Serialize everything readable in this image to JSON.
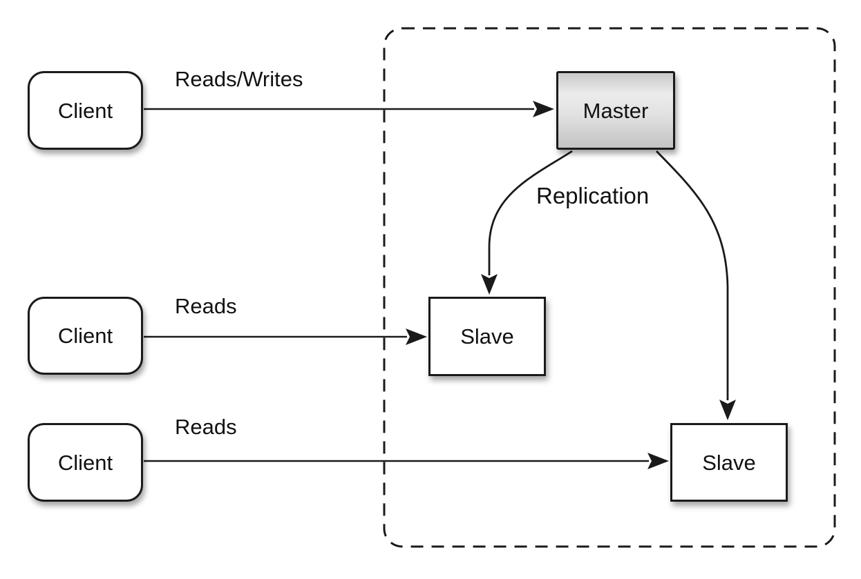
{
  "diagram": {
    "type": "architecture-diagram",
    "subject": "Database master-slave replication topology",
    "background_color": "#ffffff",
    "line_color": "#1a1a1a",
    "master_gradient_top": "#c9c9c9",
    "master_gradient_bottom": "#c3c3c3",
    "node_fill": "#ffffff",
    "nodes": [
      {
        "id": "client-1",
        "label": "Client",
        "shape": "rounded-rect",
        "fill": "#ffffff"
      },
      {
        "id": "client-2",
        "label": "Client",
        "shape": "rounded-rect",
        "fill": "#ffffff"
      },
      {
        "id": "client-3",
        "label": "Client",
        "shape": "rounded-rect",
        "fill": "#ffffff"
      },
      {
        "id": "master",
        "label": "Master",
        "shape": "rect",
        "fill": "gray-gradient"
      },
      {
        "id": "slave-1",
        "label": "Slave",
        "shape": "rect",
        "fill": "#ffffff"
      },
      {
        "id": "slave-2",
        "label": "Slave",
        "shape": "rect",
        "fill": "#ffffff"
      }
    ],
    "edges": [
      {
        "from": "client-1",
        "to": "master",
        "label": "Reads/Writes",
        "style": "straight-arrow"
      },
      {
        "from": "client-2",
        "to": "slave-1",
        "label": "Reads",
        "style": "straight-arrow"
      },
      {
        "from": "client-3",
        "to": "slave-2",
        "label": "Reads",
        "style": "straight-arrow"
      },
      {
        "from": "master",
        "to": "slave-1",
        "label": "Replication",
        "style": "curved-arrow"
      },
      {
        "from": "master",
        "to": "slave-2",
        "label": "",
        "style": "curved-arrow"
      }
    ],
    "cluster": {
      "contains": [
        "master",
        "slave-1",
        "slave-2"
      ],
      "border_style": "dashed",
      "border_color": "#1a1a1a"
    }
  }
}
